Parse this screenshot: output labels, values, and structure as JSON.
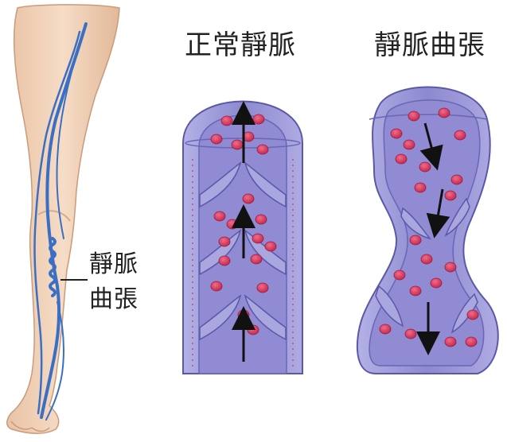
{
  "titles": {
    "normal_vein": "正常靜脈",
    "varicose_vein": "靜脈曲張"
  },
  "leg_callout": {
    "line1": "靜脈",
    "line2": "曲張"
  },
  "colors": {
    "skin": "#f2d2b8",
    "skin_shadow": "#d9b397",
    "vein_blue": "#3a6fc4",
    "vessel_wall": "#9a98d6",
    "vessel_wall_dark": "#6f6cb8",
    "lumen": "#8f8ad0",
    "blood_cell": "#d8345a",
    "arrow": "#111111",
    "text": "#222222"
  },
  "icons": [
    "arrow-up-icon",
    "arrow-down-icon"
  ],
  "flow": {
    "normal_vein": "up",
    "varicose_vein": "down"
  }
}
